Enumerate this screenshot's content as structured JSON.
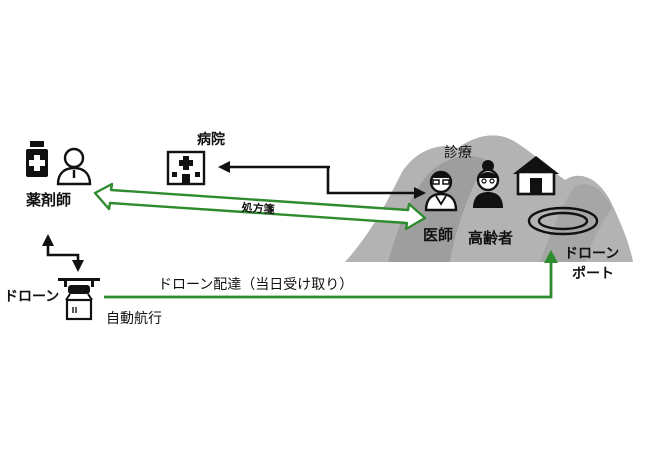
{
  "labels": {
    "pharmacist": "薬剤師",
    "hospital": "病院",
    "consultation": "診療",
    "doctor": "医師",
    "elderly": "高齢者",
    "prescription": "処方箋",
    "drone": "ドローン",
    "autonomous_flight": "自動航行",
    "delivery": "ドローン配達（当日受け取り）",
    "drone_port_line1": "ドローン",
    "drone_port_line2": "ポート"
  },
  "colors": {
    "green": "#2e8b2e",
    "mountain": "#b3b3b3",
    "mountain_dark": "#8c8c8c",
    "black": "#111111"
  },
  "icons": [
    "medicine-bottle-icon",
    "pharmacist-person-icon",
    "hospital-icon",
    "doctor-icon",
    "elderly-woman-icon",
    "house-icon",
    "drone-icon",
    "drone-port-icon"
  ]
}
